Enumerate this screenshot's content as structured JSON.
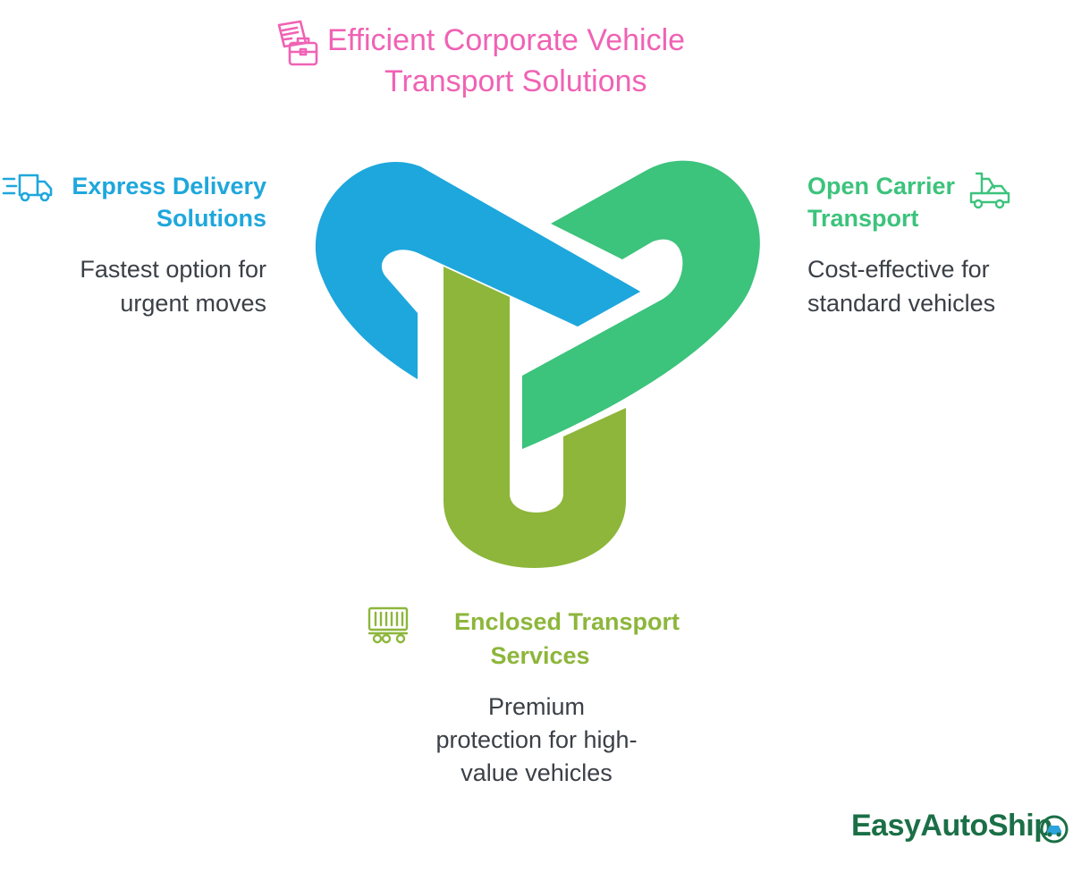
{
  "title": {
    "line1": "Efficient Corporate Vehicle",
    "line2": "Transport Solutions",
    "icon": "corporate-briefcase-documents-icon"
  },
  "express": {
    "heading_line1": "Express Delivery",
    "heading_line2": "Solutions",
    "desc_line1": "Fastest option for",
    "desc_line2": "urgent moves",
    "color": "#1ea7dc",
    "icon": "fast-truck-icon"
  },
  "open_carrier": {
    "heading_line1": "Open Carrier",
    "heading_line2": "Transport",
    "desc_line1": "Cost-effective for",
    "desc_line2": "standard vehicles",
    "color": "#3cc37c",
    "icon": "car-carrier-truck-icon"
  },
  "enclosed": {
    "heading_line1": "Enclosed Transport",
    "heading_line2": "Services",
    "desc_line1": "Premium",
    "desc_line2": "protection for high-",
    "desc_line3": "value vehicles",
    "color": "#8db63b",
    "icon": "enclosed-trailer-icon"
  },
  "brand": {
    "name": "EasyAutoShip",
    "color": "#1b6f47"
  }
}
